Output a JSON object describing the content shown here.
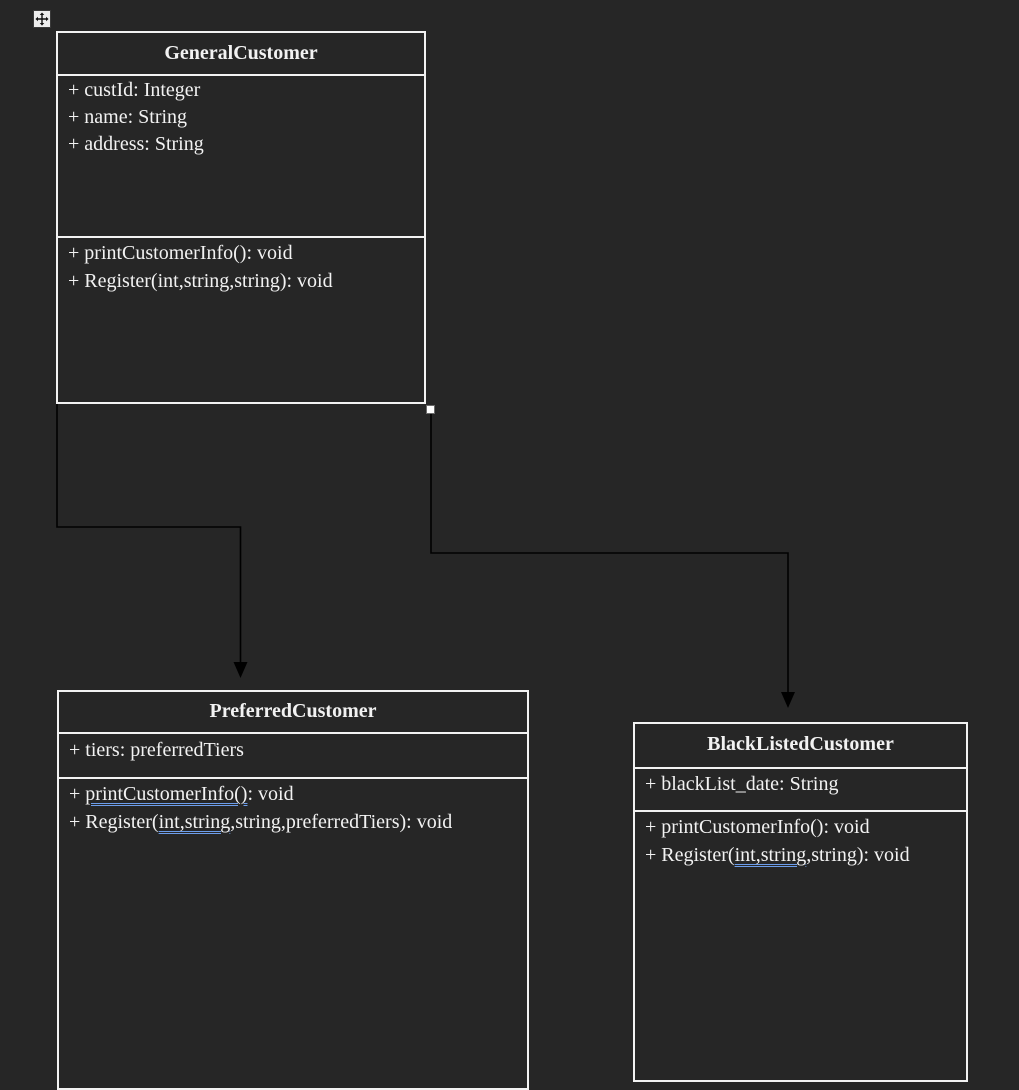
{
  "colors": {
    "background": "#262626",
    "box_border": "#f2f2f2",
    "text": "#f2f2f2",
    "connector": "#000000",
    "grammar_underline": "#6d9eeb",
    "selection_handle_fill": "#ffffff",
    "move_handle_fill": "#ededed"
  },
  "icons": {
    "move_handle": "move-icon",
    "resize_handle": "selection-square-icon",
    "arrowhead": "filled-triangle-down"
  },
  "classes": [
    {
      "name": "GeneralCustomer",
      "attributes": [
        "+ custId: Integer",
        "+ name: String",
        "+ address: String"
      ],
      "methods": [
        [
          {
            "text": "+ printCustomerInfo(): void",
            "underline": false
          }
        ],
        [
          {
            "text": "+ Register(int,string,string): void",
            "underline": false
          }
        ]
      ]
    },
    {
      "name": "PreferredCustomer",
      "attributes": [
        "+ tiers: preferredTiers"
      ],
      "methods": [
        [
          {
            "text": "+ ",
            "underline": false
          },
          {
            "text": "printCustomerInfo()",
            "underline": true
          },
          {
            "text": ": void",
            "underline": false
          }
        ],
        [
          {
            "text": "+ Register(",
            "underline": false
          },
          {
            "text": "int,string",
            "underline": true
          },
          {
            "text": ",string,preferredTiers): void",
            "underline": false
          }
        ]
      ]
    },
    {
      "name": "BlackListedCustomer",
      "attributes": [
        "+ blackList_date: String"
      ],
      "methods": [
        [
          {
            "text": "+ printCustomerInfo(): void",
            "underline": false
          }
        ],
        [
          {
            "text": "+ Register(",
            "underline": false
          },
          {
            "text": "int,string",
            "underline": true
          },
          {
            "text": ",string): void",
            "underline": false
          }
        ]
      ]
    }
  ],
  "relationships": [
    {
      "from": "GeneralCustomer",
      "to": "PreferredCustomer",
      "type": "inheritance"
    },
    {
      "from": "GeneralCustomer",
      "to": "BlackListedCustomer",
      "type": "inheritance"
    }
  ]
}
